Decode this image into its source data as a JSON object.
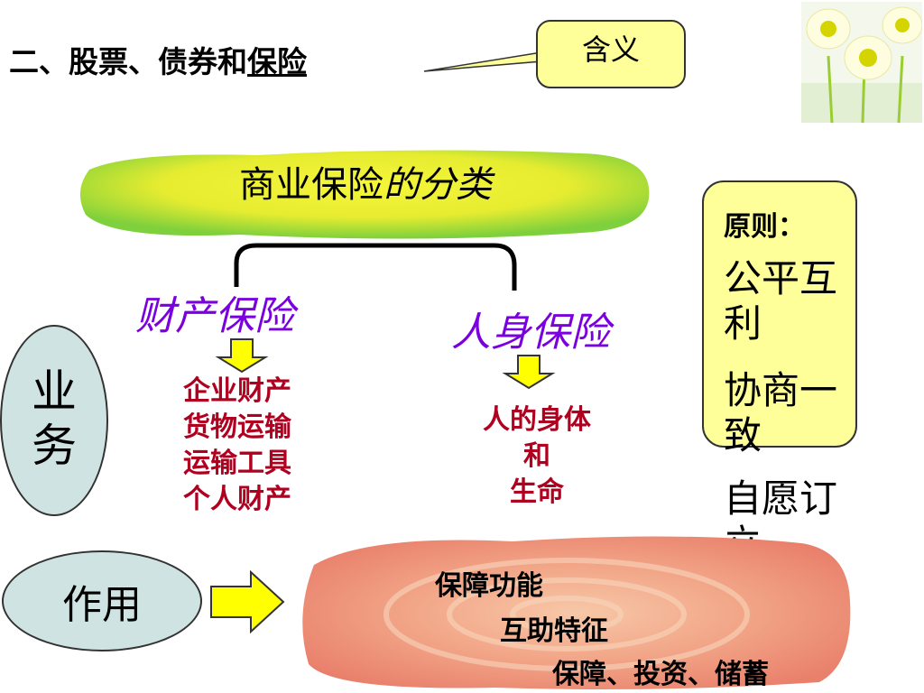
{
  "title": {
    "prefix": "二、股票、债券和",
    "underlined": "保险"
  },
  "meaning_callout": "含义",
  "banner": {
    "main": "商业保险",
    "italic": "的分类"
  },
  "principle": {
    "heading": "原则：",
    "lines": [
      "公平互",
      "利",
      "协商一",
      "致",
      "自愿订",
      "立"
    ]
  },
  "property_insurance": {
    "label": "财产保险",
    "items": [
      "企业财产",
      "货物运输",
      "运输工具",
      "个人财产"
    ]
  },
  "life_insurance": {
    "label": "人身保险",
    "items": [
      "人的身体",
      "和",
      "生命"
    ]
  },
  "business_label": [
    "业",
    "务"
  ],
  "function_label": "作用",
  "functions": [
    "保障功能",
    "互助特征",
    "保障、投资、储蓄"
  ],
  "colors": {
    "callout_fill": "#ffff99",
    "oval_fill": "#cfe3e3",
    "category_text": "#7a00e0",
    "item_text": "#b00020",
    "arrow_fill": "#ffff00"
  }
}
